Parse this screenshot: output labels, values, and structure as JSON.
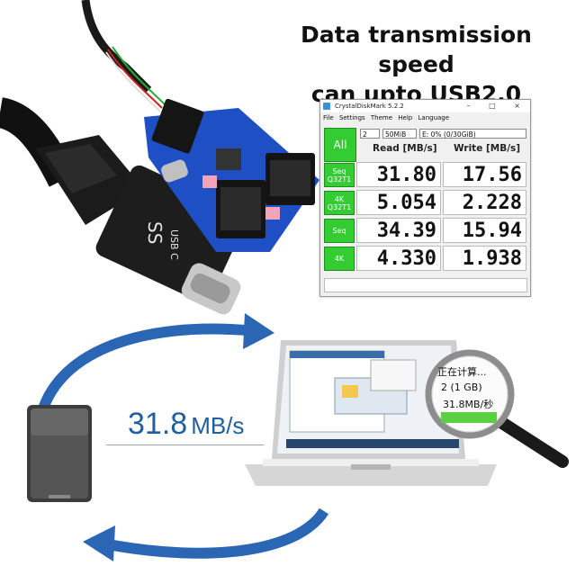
{
  "headline": {
    "line1": "Data transmission speed",
    "line2": "can upto USB2.0"
  },
  "cdm": {
    "title": "CrystalDiskMark 5.2.2",
    "window_buttons": "–  □  ×",
    "menu": [
      "File",
      "Settings",
      "Theme",
      "Help",
      "Language"
    ],
    "all_button": "All",
    "count_select": "2",
    "size_select": "50MiB",
    "drive_select": "E: 0% (0/30GiB)",
    "read_header": "Read [MB/s]",
    "write_header": "Write [MB/s]",
    "rows": [
      {
        "label": "Seq\nQ32T1",
        "read": "31.80",
        "write": "17.56"
      },
      {
        "label": "4K\nQ32T1",
        "read": "5.054",
        "write": "2.228"
      },
      {
        "label": "Seq",
        "read": "34.39",
        "write": "15.94"
      },
      {
        "label": "4K",
        "read": "4.330",
        "write": "1.938"
      }
    ]
  },
  "speed_label": {
    "value": "31.8",
    "unit": "MB/s"
  },
  "magnifier": {
    "line1": "正在计算...",
    "line2": "2 (1 GB)",
    "line3": "31.8MB/秒"
  },
  "adapter_label": "USB C",
  "colors": {
    "arrow_blue": "#2a66b3",
    "cdm_green": "#33cc33",
    "board_blue": "#1f4fc4"
  }
}
